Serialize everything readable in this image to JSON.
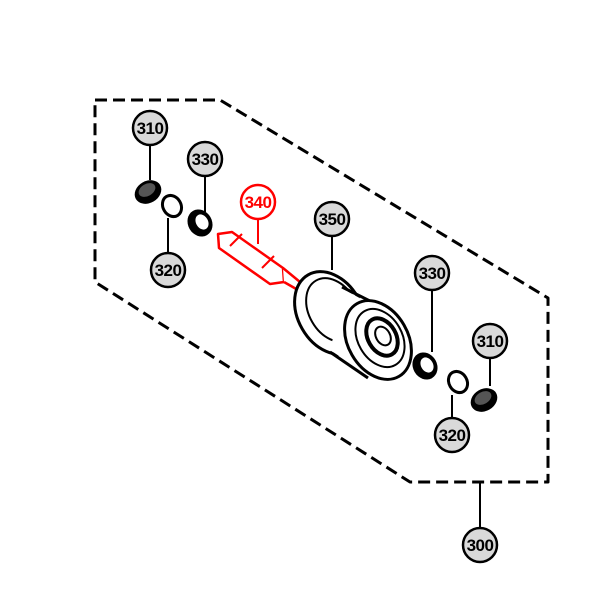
{
  "diagram": {
    "assembly": {
      "label": "300"
    },
    "parts": [
      {
        "id": "bolt-top",
        "label": "310"
      },
      {
        "id": "bearing-top",
        "label": "330"
      },
      {
        "id": "snap-ring-top",
        "label": "320"
      },
      {
        "id": "shaft",
        "label": "340",
        "highlighted": true
      },
      {
        "id": "wheel",
        "label": "350"
      },
      {
        "id": "bearing-bottom",
        "label": "330"
      },
      {
        "id": "bolt-bottom",
        "label": "310"
      },
      {
        "id": "snap-ring-bottom",
        "label": "320"
      }
    ],
    "colors": {
      "line": "#000000",
      "callout_fill": "#d9d9d9",
      "highlight": "#ff0000",
      "highlight_fill": "#ffffff",
      "background": "#ffffff"
    }
  }
}
